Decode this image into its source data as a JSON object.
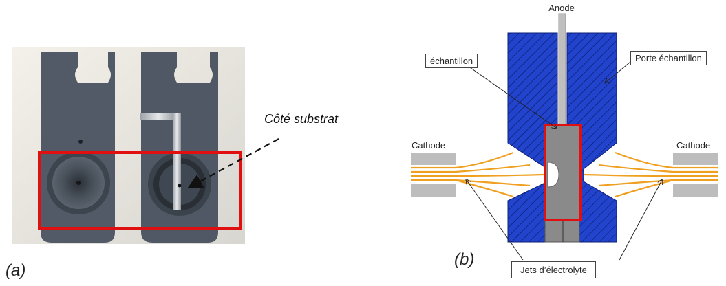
{
  "panels": {
    "a_label": "(a)",
    "b_label": "(b)"
  },
  "photo": {
    "annotation": "Côté substrat"
  },
  "diagram": {
    "anode": "Anode",
    "echantillon": "échantillon",
    "porte_echantillon": "Porte échantillon",
    "cathode_left": "Cathode",
    "cathode_right": "Cathode",
    "jets": "Jets d’électrolyte"
  },
  "colors": {
    "holder_blue": "#2244cc",
    "highlight_red": "#e01010",
    "jet_orange": "#f0a020",
    "sample_gray": "#8a8a8a"
  }
}
